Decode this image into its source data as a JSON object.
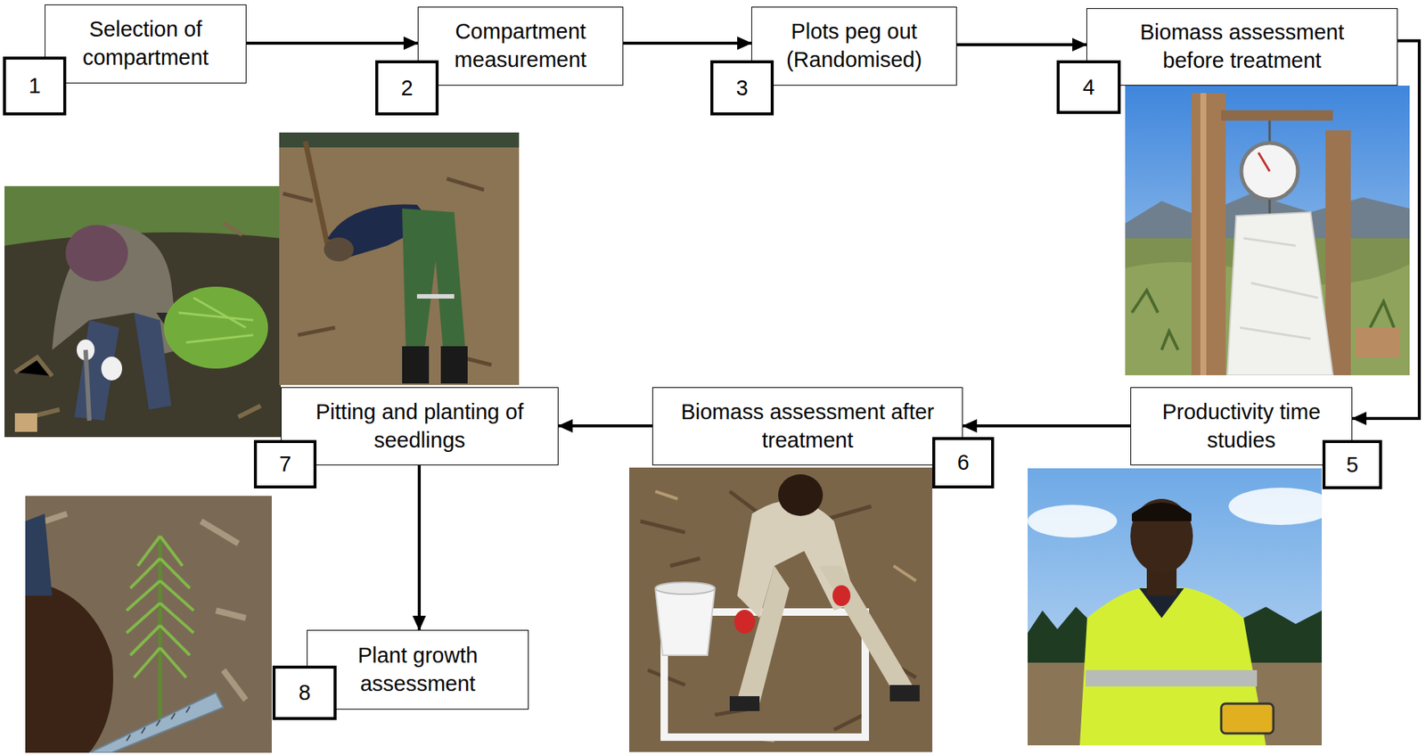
{
  "diagram": {
    "nodes": [
      {
        "text": [
          "Selection of compartment"
        ]
      },
      {
        "text": [
          "Compartment measurement"
        ]
      },
      {
        "text": [
          "Plots peg out (Randomised)"
        ]
      },
      {
        "text": [
          "Biomass assessment before treatment"
        ]
      },
      {
        "text": [
          "Productivity time studies"
        ]
      },
      {
        "text": [
          "Biomass assessment after treatment"
        ]
      },
      {
        "text": [
          "Pitting and planting of seedlings"
        ]
      },
      {
        "text": [
          "Plant growth assessment"
        ]
      }
    ],
    "edges": [
      {
        "from": 0,
        "to": 1,
        "arrow": "to"
      },
      {
        "from": 1,
        "to": 2,
        "arrow": "to"
      },
      {
        "from": 2,
        "to": 3,
        "arrow": "to"
      },
      {
        "from": 3,
        "to": 4,
        "arrow": "to"
      },
      {
        "from": 4,
        "to": 5,
        "arrow": "to"
      },
      {
        "from": 5,
        "to": 6,
        "arrow": "to"
      },
      {
        "from": 6,
        "to": 7,
        "arrow": "to"
      }
    ],
    "labels": [
      "1",
      "2",
      "3",
      "4",
      "5",
      "6",
      "7",
      "8"
    ]
  }
}
